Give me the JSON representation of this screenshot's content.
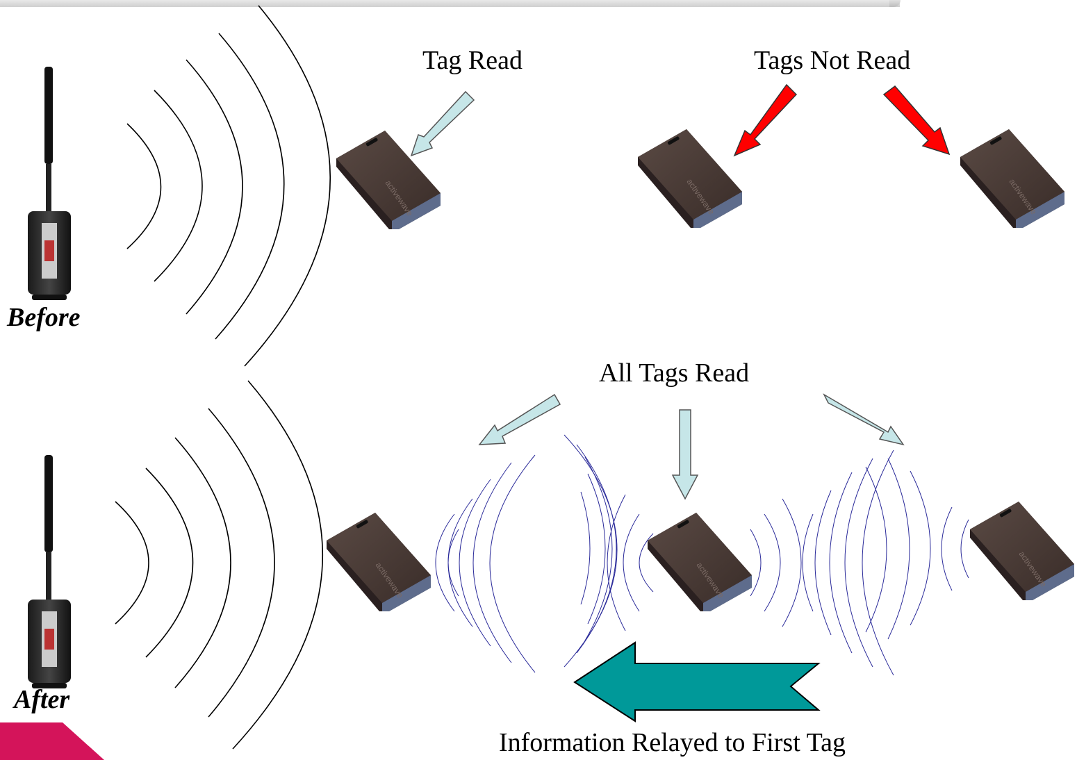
{
  "diagram": {
    "labels": {
      "tag_read": "Tag Read",
      "tags_not_read": "Tags Not Read",
      "all_tags_read": "All Tags Read",
      "relay": "Information Relayed to First Tag"
    },
    "states": {
      "before": "Before",
      "after": "After"
    },
    "colors": {
      "light_arrow": "#c6e6e8",
      "red_arrow": "#ff0000",
      "relay_arrow": "#009999",
      "tag_wave": "#2b2b9a",
      "tag_body": "#4a3b36",
      "accent": "#d4145a"
    },
    "icons": [
      "rfid-reader-icon",
      "rfid-tag-icon",
      "radio-wave-icon"
    ]
  }
}
